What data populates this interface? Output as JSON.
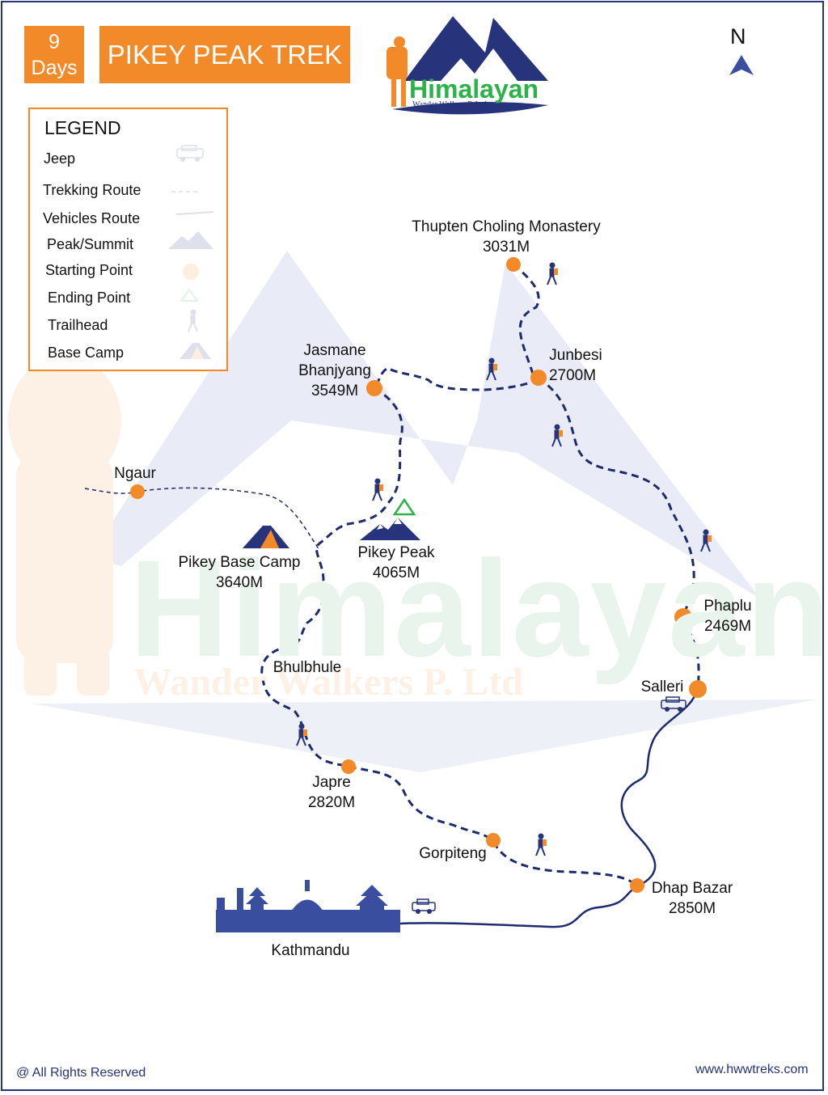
{
  "header": {
    "days_number": "9",
    "days_word": "Days",
    "title": "PIKEY PEAK TREK"
  },
  "logo": {
    "name": "Himalayan",
    "tagline": "Wander Walkers P. Ltd"
  },
  "compass": {
    "label": "N"
  },
  "watermark": {
    "name": "Himalayan",
    "tagline": "Wander Walkers P. Ltd"
  },
  "legend": {
    "title": "LEGEND",
    "items": [
      {
        "label": "Jeep",
        "icon": "jeep-icon"
      },
      {
        "label": "Trekking Route",
        "icon": "dashed-line-icon"
      },
      {
        "label": "Vehicles Route",
        "icon": "solid-line-icon"
      },
      {
        "label": "Peak/Summit",
        "icon": "mountain-icon"
      },
      {
        "label": "Starting Point",
        "icon": "orange-dot-icon"
      },
      {
        "label": "Ending Point",
        "icon": "green-triangle-icon"
      },
      {
        "label": "Trailhead",
        "icon": "hiker-icon"
      },
      {
        "label": "Base Camp",
        "icon": "tent-icon"
      }
    ]
  },
  "places": {
    "thupten": {
      "name": "Thupten Choling Monastery",
      "alt": "3031M"
    },
    "junbesi": {
      "name": "Junbesi",
      "alt": "2700M"
    },
    "jasmane": {
      "line1": "Jasmane",
      "line2": "Bhanjyang",
      "alt": "3549M"
    },
    "ngaur": {
      "name": "Ngaur"
    },
    "pikey_peak": {
      "name": "Pikey Peak",
      "alt": "4065M"
    },
    "pikey_base_camp": {
      "name": "Pikey Base Camp",
      "alt": "3640M"
    },
    "bhulbhule": {
      "name": "Bhulbhule"
    },
    "phaplu": {
      "name": "Phaplu",
      "alt": "2469M"
    },
    "salleri": {
      "name": "Salleri"
    },
    "japre": {
      "name": "Japre",
      "alt": "2820M"
    },
    "gorpiteng": {
      "name": "Gorpiteng"
    },
    "dhap_bazar": {
      "name": "Dhap Bazar",
      "alt": "2850M"
    },
    "kathmandu": {
      "name": "Kathmandu"
    }
  },
  "colors": {
    "orange": "#f28a2a",
    "navy": "#27337a",
    "route_blue": "#1e2a6e",
    "green": "#2bb34a",
    "watermark_green": "#e8f4ec",
    "mountain_bg": "#e9ecf6"
  },
  "footer": {
    "copyright": "@ All Rights Reserved",
    "website": "www.hwwtreks.com"
  }
}
